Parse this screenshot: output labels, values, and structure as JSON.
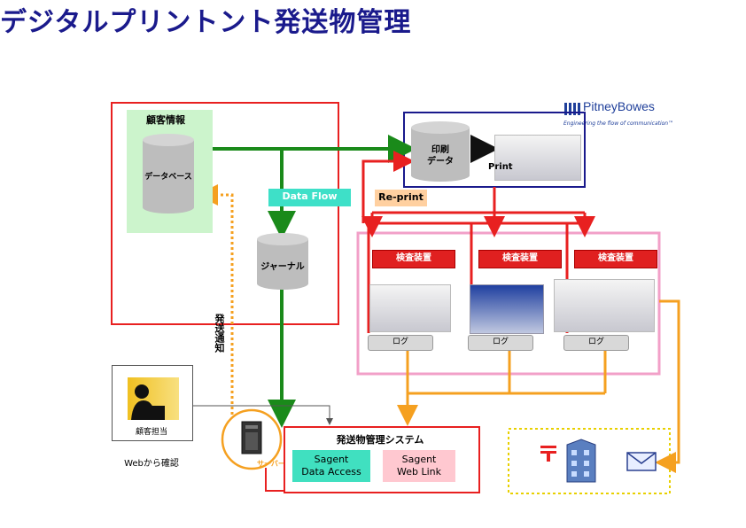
{
  "title": "デジタルプリントント発送物管理",
  "logo": {
    "name": "PitneyBowes",
    "tagline": "Engineering the flow of communication™"
  },
  "customer_info": {
    "label": "顧客情報",
    "database_label": "データベース"
  },
  "journal_label": "ジャーナル",
  "data_flow_label": "Data Flow",
  "reprint_label": "Re-print",
  "print_data_label": "印刷\nデータ",
  "print_label": "Print",
  "inspection": {
    "units": [
      "検査装置",
      "検査装置",
      "検査装置"
    ],
    "logs": [
      "ログ",
      "ログ",
      "ログ"
    ]
  },
  "notification_label": "発送通知",
  "customer_rep_label": "顧客担当",
  "web_confirm_label": "Webから確認",
  "server_label": "サーバー",
  "system": {
    "title": "発送物管理システム",
    "buttons": [
      "Sagent\nData Access",
      "Sagent\nWeb Link"
    ]
  },
  "colors": {
    "green": "#1a8a1a",
    "red": "#e82020",
    "orange": "#f5a020",
    "navy": "#1a1a8c",
    "pink": "#f2a0c8"
  }
}
